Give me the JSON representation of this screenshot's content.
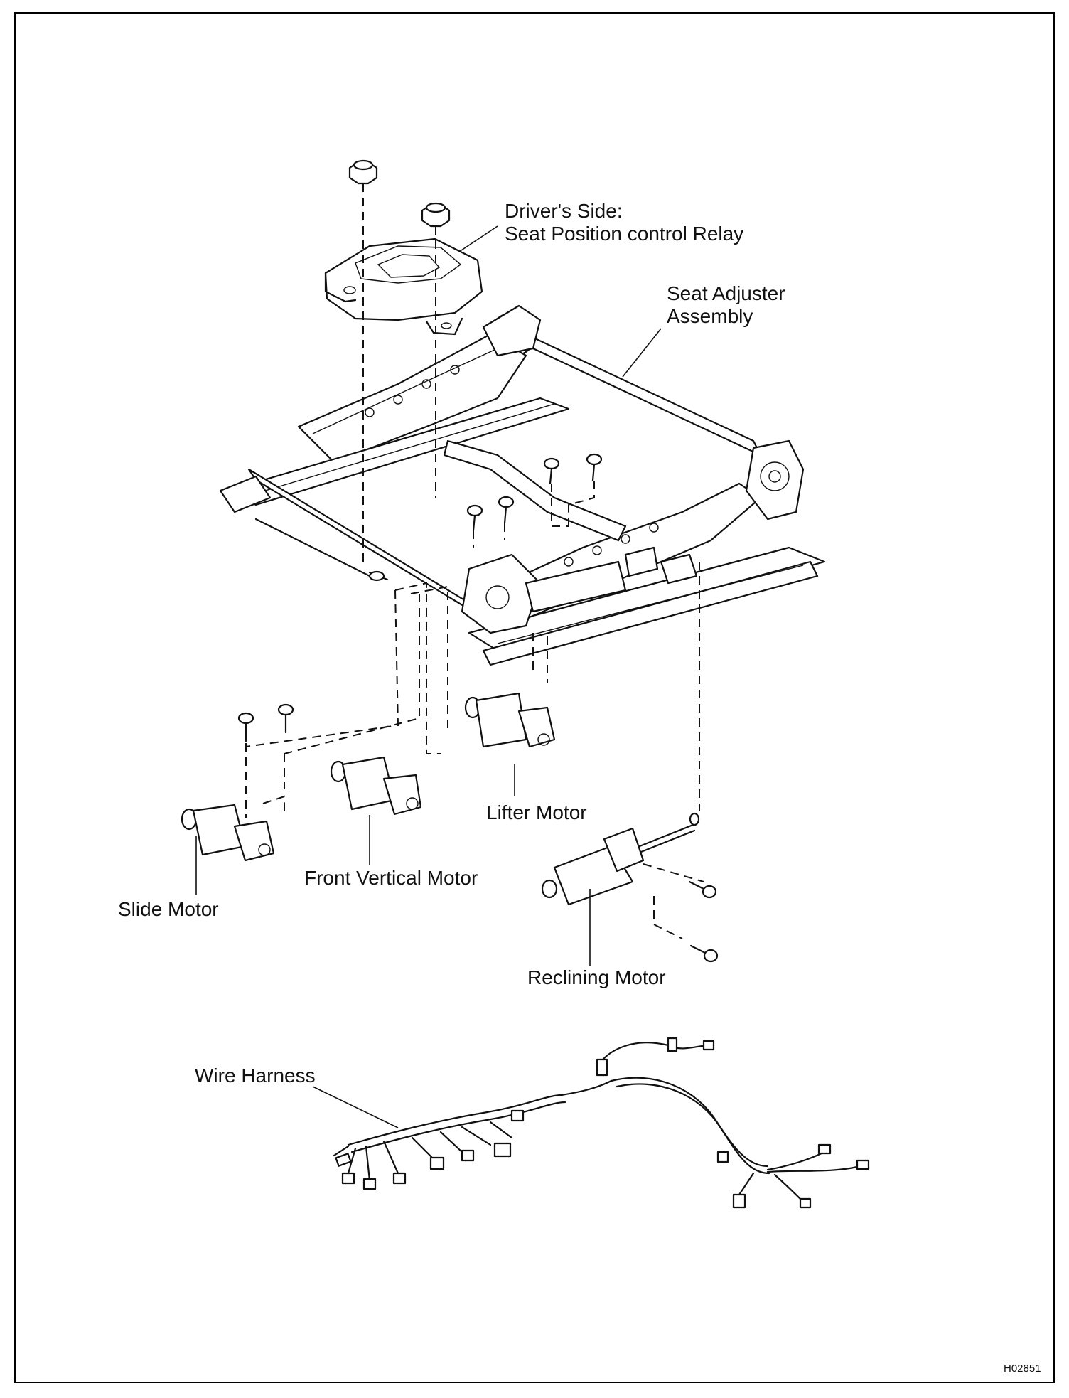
{
  "labels": {
    "relay_line1": "Driver's Side:",
    "relay_line2": "Seat Position control Relay",
    "adjuster_line1": "Seat Adjuster",
    "adjuster_line2": "Assembly",
    "lifter_motor": "Lifter Motor",
    "front_vertical_motor": "Front Vertical Motor",
    "slide_motor": "Slide Motor",
    "reclining_motor": "Reclining Motor",
    "wire_harness": "Wire Harness"
  },
  "figure_code": "H02851"
}
